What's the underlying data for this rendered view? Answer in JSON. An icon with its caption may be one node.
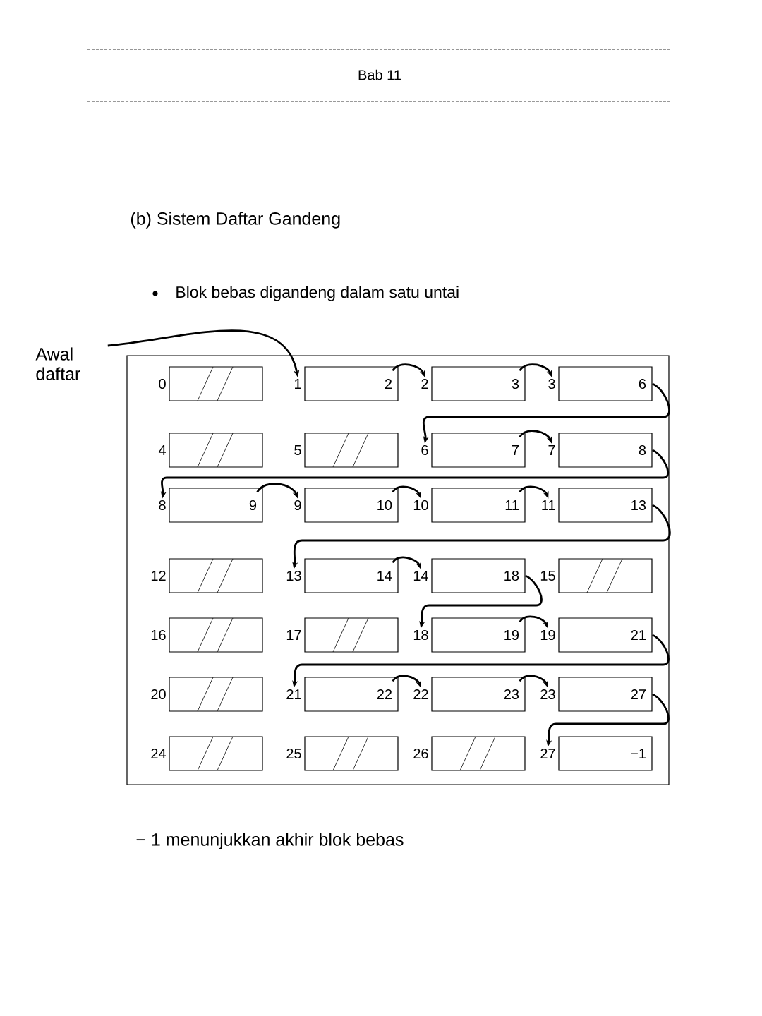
{
  "diagram": {
    "title": "(b) Sistem Daftar Gandeng",
    "nodes": [
      {
        "text": [
          "Awal daftar"
        ]
      },
      {
        "text": [],
        "shape": "box",
        "beside": [
          "0"
        ]
      },
      {
        "text": [
          "2"
        ],
        "beside": [
          "1"
        ]
      },
      {
        "text": [
          "3"
        ],
        "beside": [
          "2"
        ]
      },
      {
        "text": [
          "6"
        ],
        "beside": [
          "3"
        ]
      },
      {
        "text": [],
        "shape": "box",
        "beside": [
          "4"
        ]
      },
      {
        "text": [],
        "shape": "box",
        "beside": [
          "5"
        ]
      },
      {
        "text": [
          "7"
        ],
        "beside": [
          "6"
        ]
      },
      {
        "text": [
          "8"
        ],
        "beside": [
          "7"
        ]
      },
      {
        "text": [
          "9"
        ],
        "beside": [
          "8"
        ]
      },
      {
        "text": [
          "10"
        ],
        "beside": [
          "9"
        ]
      },
      {
        "text": [
          "11"
        ],
        "beside": [
          "10"
        ]
      },
      {
        "text": [
          "13"
        ],
        "beside": [
          "11"
        ]
      },
      {
        "text": [],
        "shape": "box",
        "beside": [
          "12"
        ]
      },
      {
        "text": [
          "14"
        ],
        "beside": [
          "13"
        ]
      },
      {
        "text": [
          "18"
        ],
        "beside": [
          "14"
        ]
      },
      {
        "text": [],
        "shape": "box",
        "beside": [
          "15"
        ]
      },
      {
        "text": [],
        "shape": "box",
        "beside": [
          "16"
        ]
      },
      {
        "text": [],
        "shape": "box",
        "beside": [
          "17"
        ]
      },
      {
        "text": [
          "19"
        ],
        "beside": [
          "18"
        ]
      },
      {
        "text": [
          "21"
        ],
        "beside": [
          "19"
        ]
      },
      {
        "text": [],
        "shape": "box",
        "beside": [
          "20"
        ]
      },
      {
        "text": [
          "22"
        ],
        "beside": [
          "21"
        ]
      },
      {
        "text": [
          "23"
        ],
        "beside": [
          "22"
        ]
      },
      {
        "text": [
          "27"
        ],
        "beside": [
          "23"
        ]
      },
      {
        "text": [],
        "shape": "box",
        "beside": [
          "24"
        ]
      },
      {
        "text": [],
        "shape": "box",
        "beside": [
          "25"
        ]
      },
      {
        "text": [],
        "shape": "box",
        "beside": [
          "26"
        ]
      },
      {
        "text": [
          "−1"
        ],
        "beside": [
          "27"
        ]
      }
    ],
    "edges": [
      {
        "from": 0,
        "to": 2,
        "arrow": "to"
      },
      {
        "from": 2,
        "to": 3,
        "arrow": "to"
      },
      {
        "from": 3,
        "to": 4,
        "arrow": "to"
      },
      {
        "from": 4,
        "to": 7,
        "arrow": "to"
      },
      {
        "from": 7,
        "to": 8,
        "arrow": "to"
      },
      {
        "from": 8,
        "to": 9,
        "arrow": "to"
      },
      {
        "from": 9,
        "to": 10,
        "arrow": "to"
      },
      {
        "from": 10,
        "to": 11,
        "arrow": "to"
      },
      {
        "from": 11,
        "to": 12,
        "arrow": "to"
      },
      {
        "from": 12,
        "to": 14,
        "arrow": "to"
      },
      {
        "from": 14,
        "to": 15,
        "arrow": "to"
      },
      {
        "from": 15,
        "to": 19,
        "arrow": "to"
      },
      {
        "from": 19,
        "to": 20,
        "arrow": "to"
      },
      {
        "from": 20,
        "to": 22,
        "arrow": "to"
      },
      {
        "from": 22,
        "to": 23,
        "arrow": "to"
      },
      {
        "from": 23,
        "to": 24,
        "arrow": "to"
      },
      {
        "from": 24,
        "to": 28,
        "arrow": "to"
      }
    ],
    "labels": [
      "Bab 11",
      "Blok bebas digandeng dalam satu untai",
      "− 1 menunjukkan akhir blok bebas"
    ]
  }
}
